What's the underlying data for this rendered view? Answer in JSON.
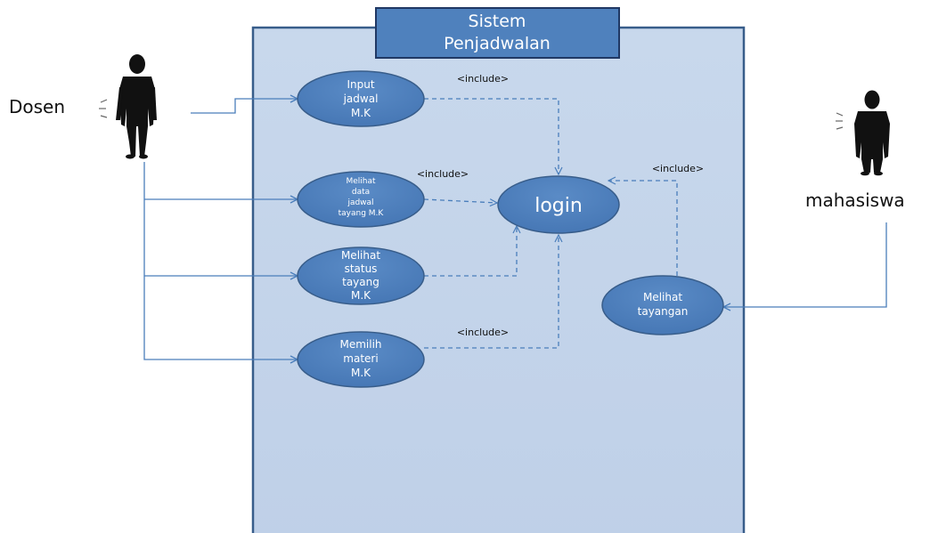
{
  "system": {
    "title_lines": [
      "Sistem",
      "Penjadwalan"
    ]
  },
  "actors": {
    "dosen": "Dosen",
    "mahasiswa": "mahasiswa"
  },
  "use_cases": {
    "input_jadwal": [
      "Input",
      "jadwal",
      "M.K"
    ],
    "melihat_data": [
      "Melihat",
      "data",
      "jadwal",
      "tayang M.K"
    ],
    "melihat_status": [
      "Melihat",
      "status",
      "tayang",
      "M.K"
    ],
    "memilih_materi": [
      "Memilih",
      "materi",
      "M.K"
    ],
    "login": "login",
    "melihat_tayangan": [
      "Melihat",
      "tayangan"
    ]
  },
  "include_label": "<include>",
  "colors": {
    "system_fill": "#c5d5ea",
    "system_stroke": "#385d8a",
    "usecase_fill": "#4f81bd",
    "usecase_stroke": "#385d8a",
    "connector": "#4a7ebb",
    "actor": "#111111"
  }
}
